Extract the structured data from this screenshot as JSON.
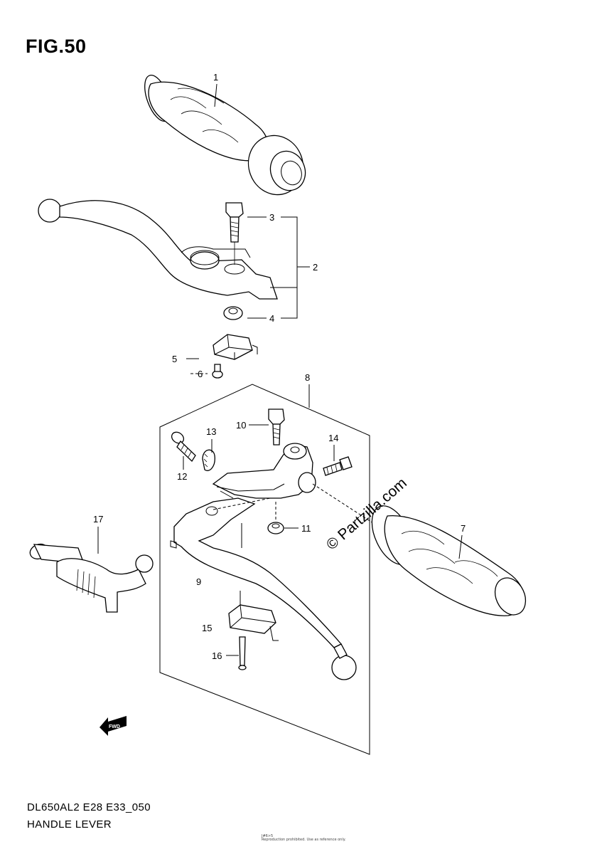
{
  "figure": {
    "title": "FIG.50",
    "model_code": "DL650AL2 E28 E33_050",
    "section_name": "HANDLE LEVER",
    "tiny_code": "J#6>5",
    "tiny_notice": "Reproduction prohibited. Use as reference only."
  },
  "watermark": "© Partzilla.com",
  "direction_badge": "FWD",
  "callouts": [
    "1",
    "2",
    "3",
    "4",
    "5",
    "6",
    "7",
    "8",
    "9",
    "10",
    "11",
    "12",
    "13",
    "14",
    "15",
    "16",
    "17"
  ]
}
